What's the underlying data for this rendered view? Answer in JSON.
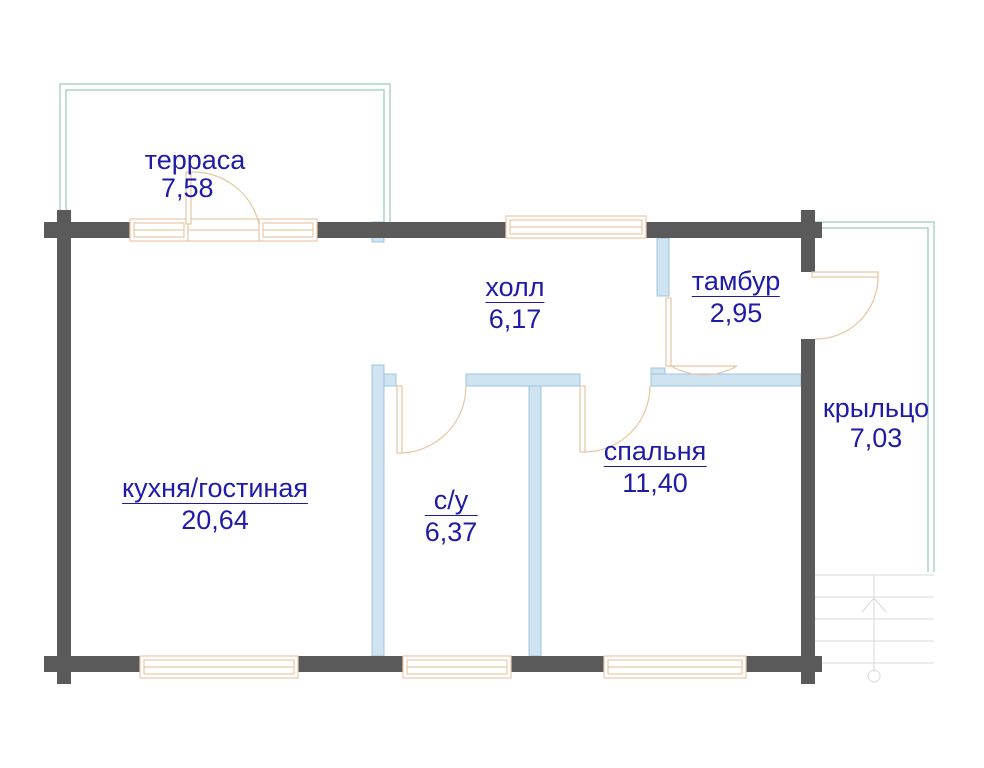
{
  "colors": {
    "outer_wall": "#5a5a5a",
    "partition": "#cfe3f0",
    "partition_edge": "#9cc6df",
    "window_frame": "#e8c9a8",
    "door_line": "#e6c6a2",
    "railing": "#a9d7c4",
    "label": "#1f1aa8"
  },
  "rooms": [
    {
      "id": "terrace",
      "name": "терраса",
      "area": "7,58"
    },
    {
      "id": "hall",
      "name": "холл",
      "area": "6,17"
    },
    {
      "id": "vestibule",
      "name": "тамбур",
      "area": "2,95"
    },
    {
      "id": "porch",
      "name": "крыльцо",
      "area": "7,03"
    },
    {
      "id": "bedroom",
      "name": "спальня",
      "area": "11,40"
    },
    {
      "id": "kitchen-living",
      "name": "кухня/гостиная",
      "area": "20,64"
    },
    {
      "id": "bathroom",
      "name": "с/у",
      "area": "6,37"
    }
  ]
}
